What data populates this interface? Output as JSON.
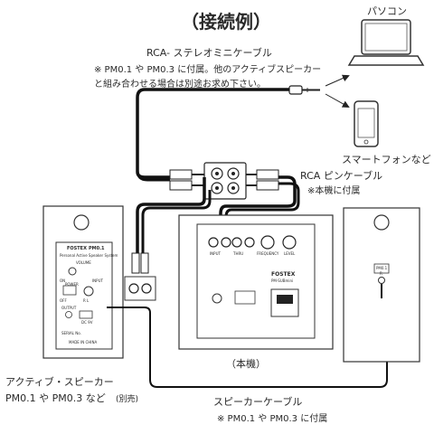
{
  "title": "（接続例）",
  "labels": {
    "pc": "パソコン",
    "smartphone": "スマートフォンなど",
    "rca_stereo_mini_cable": "RCA- ステレオミニケーブル",
    "rca_stereo_mini_note1": "※ PM0.1 や PM0.3 に付属。他のアクティブスピーカー",
    "rca_stereo_mini_note2": "と組み合わせる場合は別途お求め下さい。",
    "rca_pin_cable": "RCA ピンケーブル",
    "rca_pin_cable_note": "※本機に付属",
    "main_unit": "（本機）",
    "active_speaker": "アクティブ・スピーカー",
    "active_speaker_models": "PM0.1 や PM0.3 など",
    "sold_separately": "(別売)",
    "speaker_cable": "スピーカーケーブル",
    "speaker_cable_note": "※ PM0.1 や PM0.3 に付属"
  },
  "panel_text": {
    "left_brand": "FOSTEX",
    "left_model": "PM0.1",
    "left_desc": "Personal Active Speaker System",
    "left_volume": "VOLUME",
    "left_input": "INPUT",
    "left_on": "ON",
    "left_off": "OFF",
    "left_power": "POWER",
    "left_rl": "R  L",
    "left_output": "OUTPUT",
    "left_dc": "DC 9V",
    "left_serial": "SERIAL No.",
    "left_made": "MADE IN CHINA",
    "sub_brand": "FOSTEX",
    "sub_model": "PM-SUBmini",
    "sub_input": "INPUT",
    "sub_thru": "THRU",
    "sub_freq": "FREQUENCY",
    "sub_level": "LEVEL",
    "right_tag": "PM0.1",
    "right_tag2": "R"
  }
}
